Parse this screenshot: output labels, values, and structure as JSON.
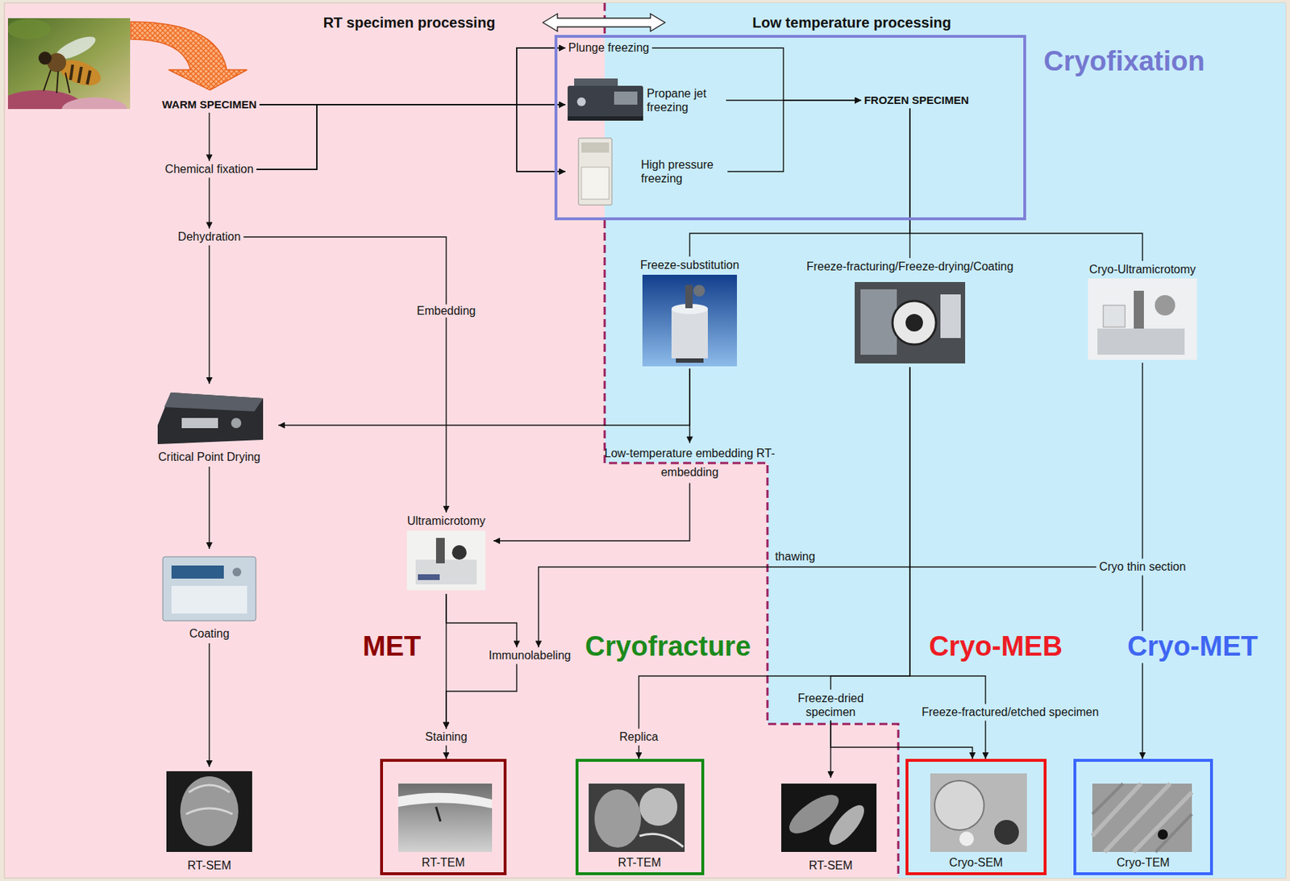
{
  "diagram": {
    "nodes": [
      {
        "text": [
          "WARM SPECIMEN"
        ]
      },
      {
        "text": [
          "Cryofixation"
        ]
      },
      {
        "text": [
          "Plunge freezing"
        ],
        "in": 1
      },
      {
        "text": [
          "Propane jet freezing"
        ],
        "in": 1
      },
      {
        "text": [
          "High pressure freezing"
        ],
        "in": 1
      },
      {
        "text": [
          "FROZEN SPECIMEN"
        ],
        "in": 1
      },
      {
        "text": [
          "Chemical fixation"
        ]
      },
      {
        "text": [
          "Dehydration"
        ]
      },
      {
        "text": [
          "Freeze-substitution"
        ]
      },
      {
        "text": [
          "Freeze-fracturing/Freeze-drying/Coating"
        ]
      },
      {
        "text": [
          "Cryo-Ultramicrotomy"
        ]
      },
      {
        "text": [
          "Critical Point Drying"
        ]
      },
      {
        "text": [
          "Low-temperature embedding RT-embedding"
        ]
      },
      {
        "text": [
          "Ultramicrotomy"
        ]
      },
      {
        "text": [
          "Cryo thin section"
        ]
      },
      {
        "text": [
          "Coating"
        ]
      },
      {
        "text": [
          "Immunolabeling"
        ]
      },
      {
        "text": [
          "Freeze-dried specimen"
        ]
      },
      {
        "text": [
          "Freeze-fractured/etched specimen"
        ]
      },
      {
        "text": [
          "Staining"
        ]
      },
      {
        "text": [
          "Replica"
        ]
      },
      {
        "text": [
          "RT-SEM"
        ]
      },
      {
        "text": [
          "RT-TEM"
        ]
      },
      {
        "text": [
          "RT-TEM"
        ]
      },
      {
        "text": [
          "RT-SEM"
        ]
      },
      {
        "text": [
          "Cryo-SEM"
        ]
      },
      {
        "text": [
          "Cryo-TEM"
        ]
      }
    ],
    "edges": [
      {
        "from": 0,
        "to": 6,
        "arrow": "to"
      },
      {
        "from": 0,
        "to": 2,
        "arrow": "to"
      },
      {
        "from": 0,
        "to": 3,
        "arrow": "to"
      },
      {
        "from": 0,
        "to": 4,
        "arrow": "to"
      },
      {
        "from": 6,
        "to": 2,
        "arrow": "to"
      },
      {
        "from": 6,
        "to": 3,
        "arrow": "to"
      },
      {
        "from": 6,
        "to": 4,
        "arrow": "to"
      },
      {
        "from": 6,
        "to": 7,
        "arrow": "to"
      },
      {
        "from": 2,
        "to": 5,
        "arrow": "to"
      },
      {
        "from": 3,
        "to": 5,
        "arrow": "to"
      },
      {
        "from": 4,
        "to": 5,
        "arrow": "to"
      },
      {
        "from": 5,
        "to": 8,
        "arrow": "none"
      },
      {
        "from": 5,
        "to": 9,
        "arrow": "none"
      },
      {
        "from": 5,
        "to": 10,
        "arrow": "none"
      },
      {
        "from": 7,
        "to": 11,
        "arrow": "to"
      },
      {
        "from": 7,
        "to": 13,
        "label": "Embedding",
        "arrow": "to"
      },
      {
        "from": 8,
        "to": 11,
        "arrow": "to"
      },
      {
        "from": 8,
        "to": 12,
        "arrow": "to"
      },
      {
        "from": 12,
        "to": 13,
        "arrow": "to"
      },
      {
        "from": 10,
        "to": 14,
        "arrow": "none"
      },
      {
        "from": 11,
        "to": 15,
        "arrow": "to"
      },
      {
        "from": 14,
        "to": 16,
        "label": "thawing",
        "arrow": "to"
      },
      {
        "from": 14,
        "to": 26,
        "arrow": "to"
      },
      {
        "from": 13,
        "to": 16,
        "arrow": "to"
      },
      {
        "from": 13,
        "to": 19,
        "arrow": "to"
      },
      {
        "from": 16,
        "to": 19,
        "arrow": "to"
      },
      {
        "from": 9,
        "to": 20,
        "arrow": "none"
      },
      {
        "from": 9,
        "to": 17,
        "arrow": "none"
      },
      {
        "from": 9,
        "to": 18,
        "arrow": "none"
      },
      {
        "from": 15,
        "to": 21,
        "arrow": "to"
      },
      {
        "from": 19,
        "to": 22,
        "arrow": "to"
      },
      {
        "from": 20,
        "to": 23,
        "arrow": "to"
      },
      {
        "from": 17,
        "to": 24,
        "arrow": "to"
      },
      {
        "from": 17,
        "to": 25,
        "arrow": "to"
      },
      {
        "from": 18,
        "to": 25,
        "arrow": "to"
      }
    ],
    "labels": [
      "RT specimen processing",
      "Low temperature processing",
      "MET",
      "Cryofracture",
      "Cryo-MEB",
      "Cryo-MET"
    ]
  }
}
